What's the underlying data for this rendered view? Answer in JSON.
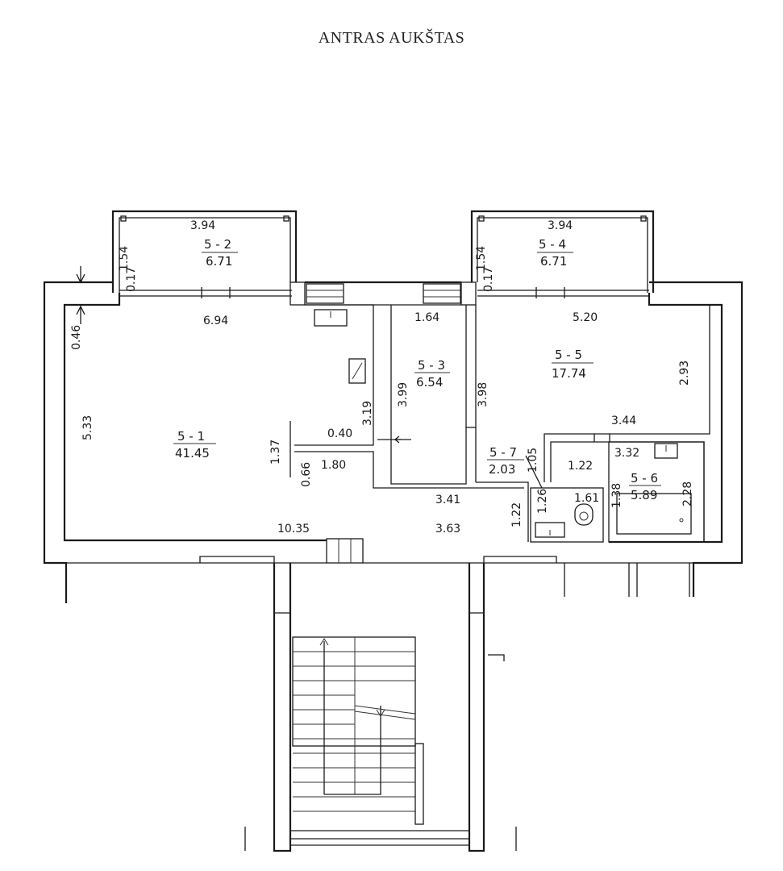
{
  "title": "ANTRAS AUKŠTAS",
  "rooms": [
    {
      "id": "5 - 1",
      "area": "41.45"
    },
    {
      "id": "5 - 2",
      "area": "6.71"
    },
    {
      "id": "5 - 3",
      "area": "6.54"
    },
    {
      "id": "5 - 4",
      "area": "6.71"
    },
    {
      "id": "5 - 5",
      "area": "17.74"
    },
    {
      "id": "5 - 6",
      "area": "5.89"
    },
    {
      "id": "5 - 7",
      "area": "2.03"
    }
  ],
  "dimensions": {
    "balcony_left_width": "3.94",
    "balcony_left_depth": "1.54",
    "balcony_left_gap": "0.17",
    "balcony_right_width": "3.94",
    "balcony_right_depth": "1.54",
    "balcony_right_gap": "0.17",
    "outer_wall_offset": "0.46",
    "room1_top": "6.94",
    "room1_height": "5.33",
    "room1_partition": "3.19",
    "room1_nook": "0.40",
    "room1_wall_a": "1.37",
    "room1_wall_b": "0.66",
    "room1_wall_c": "1.80",
    "room1_bottom": "10.35",
    "hall_width": "3.63",
    "hall_depth": "1.22",
    "hall_top": "3.41",
    "room3_width": "1.64",
    "room3_left": "3.99",
    "room3_right": "3.98",
    "room5_top": "5.20",
    "room5_right": "2.93",
    "room5_bottom": "3.44",
    "room7_a": "1.05",
    "room7_b": "1.26",
    "wc_width": "1.61",
    "bath_left": "1.22",
    "bath_top": "3.32",
    "bath_height": "1.38",
    "bath_right": "2.28"
  }
}
